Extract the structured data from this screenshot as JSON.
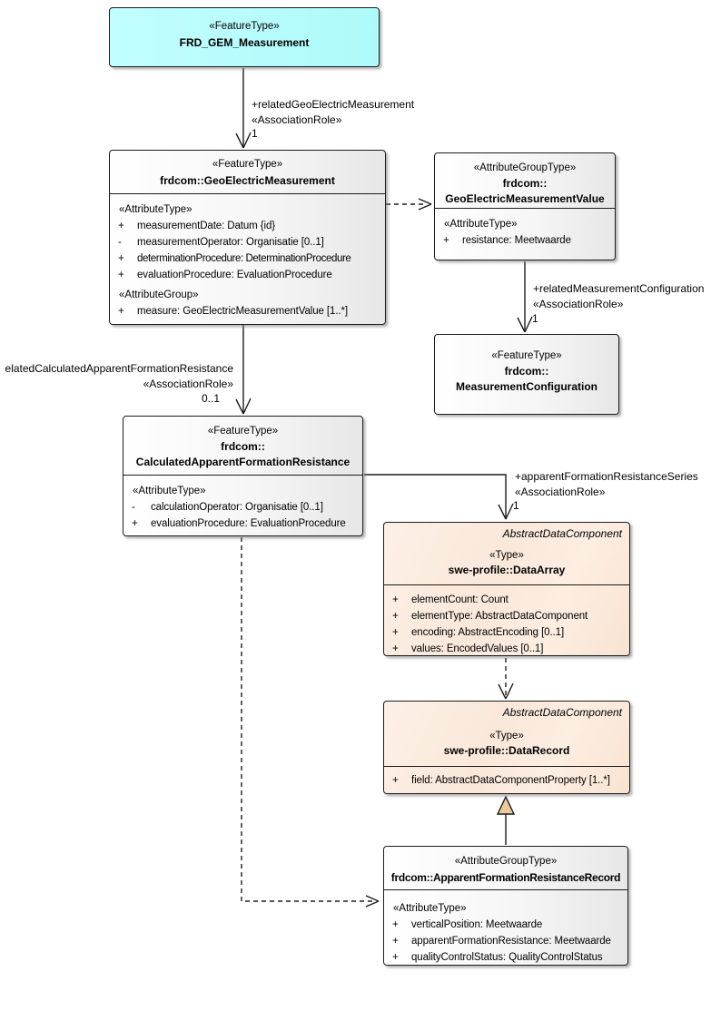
{
  "colors": {
    "feature_type_fill": "#aefafa",
    "class_fill": "#f0f0f0",
    "abstract_fill": "#fae8da",
    "border": "#1c1c1c",
    "generalization_triangle_fill": "#ecca9e"
  },
  "boxes": {
    "gem": {
      "stereotype": "«FeatureType»",
      "name": "FRD_GEM_Measurement"
    },
    "geoElectric": {
      "stereotype": "«FeatureType»",
      "name": "frdcom::GeoElectricMeasurement",
      "attr_header1": "«AttributeType»",
      "attrs1": [
        {
          "vis": "+",
          "text": "measurementDate: Datum {id}"
        },
        {
          "vis": "-",
          "text": "measurementOperator: Organisatie [0..1]"
        },
        {
          "vis": "+",
          "text": "determinationProcedure: DeterminationProcedure"
        },
        {
          "vis": "+",
          "text": "evaluationProcedure: EvaluationProcedure"
        }
      ],
      "attr_header2": "«AttributeGroup»",
      "attrs2": [
        {
          "vis": "+",
          "text": "measure: GeoElectricMeasurementValue [1..*]"
        }
      ]
    },
    "geoValue": {
      "stereotype": "«AttributeGroupType»",
      "name_line1": "frdcom::",
      "name_line2": "GeoElectricMeasurementValue",
      "attr_header": "«AttributeType»",
      "attrs": [
        {
          "vis": "+",
          "text": "resistance: Meetwaarde"
        }
      ]
    },
    "measConfig": {
      "stereotype": "«FeatureType»",
      "name_line1": "frdcom::",
      "name_line2": "MeasurementConfiguration"
    },
    "calculated": {
      "stereotype": "«FeatureType»",
      "name_line1": "frdcom::",
      "name_line2": "CalculatedApparentFormationResistance",
      "attr_header": "«AttributeType»",
      "attrs": [
        {
          "vis": "-",
          "text": "calculationOperator: Organisatie [0..1]"
        },
        {
          "vis": "+",
          "text": "evaluationProcedure: EvaluationProcedure"
        }
      ]
    },
    "dataArray": {
      "parent": "AbstractDataComponent",
      "stereotype": "«Type»",
      "name": "swe-profile::DataArray",
      "attrs": [
        {
          "vis": "+",
          "text": "elementCount: Count"
        },
        {
          "vis": "+",
          "text": "elementType: AbstractDataComponent"
        },
        {
          "vis": "+",
          "text": "encoding: AbstractEncoding [0..1]"
        },
        {
          "vis": "+",
          "text": "values: EncodedValues [0..1]"
        }
      ]
    },
    "dataRecord": {
      "parent": "AbstractDataComponent",
      "stereotype": "«Type»",
      "name": "swe-profile::DataRecord",
      "attrs": [
        {
          "vis": "+",
          "text": "field: AbstractDataComponentProperty [1..*]"
        }
      ]
    },
    "afrRecord": {
      "stereotype": "«AttributeGroupType»",
      "name": "frdcom::ApparentFormationResistanceRecord",
      "attr_header": "«AttributeType»",
      "attrs": [
        {
          "vis": "+",
          "text": "verticalPosition: Meetwaarde"
        },
        {
          "vis": "+",
          "text": "apparentFormationResistance: Meetwaarde"
        },
        {
          "vis": "+",
          "text": "qualityControlStatus: QualityControlStatus"
        }
      ]
    }
  },
  "labels": {
    "relatedGeoElectric": {
      "role": "+relatedGeoElectricMeasurement",
      "stereotype": "«AssociationRole»",
      "multiplicity": "1"
    },
    "relatedMeasConfig": {
      "role": "+relatedMeasurementConfiguration",
      "stereotype": "«AssociationRole»",
      "multiplicity": "1"
    },
    "relatedCalculated": {
      "role": "elatedCalculatedApparentFormationResistance",
      "stereotype": "«AssociationRole»",
      "multiplicity": "0..1"
    },
    "apparentSeries": {
      "role": "+apparentFormationResistanceSeries",
      "stereotype": "«AssociationRole»",
      "multiplicity": "1"
    }
  }
}
